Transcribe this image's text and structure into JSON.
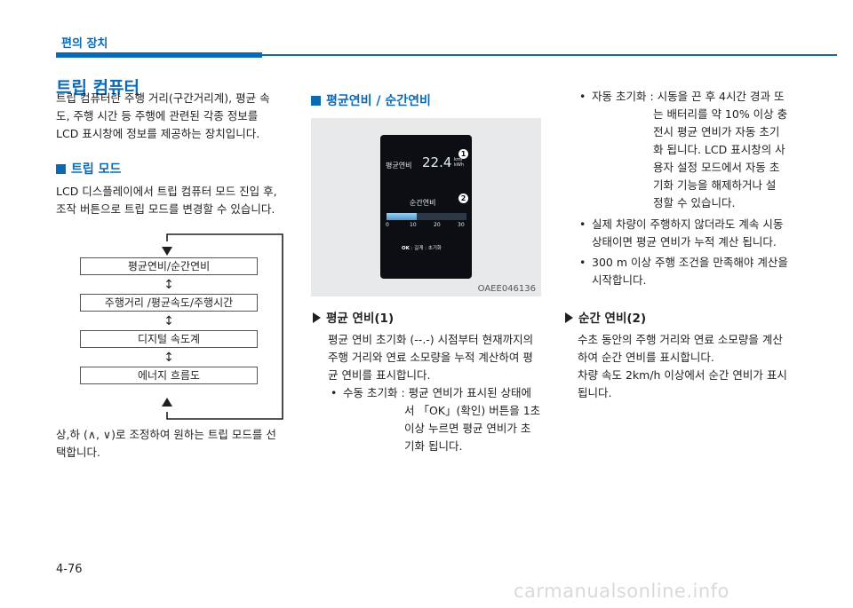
{
  "header": {
    "section_label": "편의 장치"
  },
  "page_title": "트립 컴퓨터",
  "intro": [
    "트립 컴퓨터란 주행 거리(구간거리계), 평균 속",
    "도, 주행 시간 등 주행에 관련된 각종 정보를",
    "LCD 표시창에 정보를 제공하는 장치입니다."
  ],
  "trip_mode": {
    "heading": "트립 모드",
    "description": [
      "LCD 디스플레이에서 트립 컴퓨터 모드 진입 후,",
      "조작 버튼으로 트립 모드를 변경할 수 있습니다."
    ],
    "modes": [
      "평균연비/순간연비",
      "주행거리 /평균속도/주행시간",
      "디지털 속도계",
      "에너지 흐름도"
    ],
    "footer": [
      "상,하 (∧, ∨)로 조정하여 원하는 트립 모드를 선",
      "택합니다."
    ]
  },
  "efficiency": {
    "heading": "평균연비 / 순간연비",
    "screen": {
      "label_avg": "평균연비",
      "value": "22.4",
      "unit": "km/ kWh",
      "label_inst": "순간연비",
      "bar_fraction": 0.38,
      "ticks": [
        "0",
        "10",
        "20",
        "30"
      ],
      "ok_label": "OK",
      "ok_text": ": 길게 : 초기화",
      "callout_1": "1",
      "callout_2": "2"
    },
    "image_code": "OAEE046136",
    "avg": {
      "heading": "평균 연비(1)",
      "body": [
        "평균 연비 초기화 (--.-) 시점부터 현재까지의",
        "주행 거리와 연료 소모량을 누적 계산하여 평",
        "균 연비를 표시합니다."
      ],
      "manual_reset": [
        "수동 초기화 : 평균 연비가 표시된 상태에",
        "서 「OK」(확인) 버튼을 1초",
        "이상 누르면 평균 연비가 초",
        "기화 됩니다."
      ]
    },
    "auto_reset": [
      "자동 초기화 : 시동을 끈 후 4시간 경과 또",
      "는 배터리를 약 10% 이상 충",
      "전시 평균 연비가 자동 초기",
      "화 됩니다. LCD 표시창의 사",
      "용자 설정 모드에서 자동 초",
      "기화 기능을 해제하거나 설",
      "정할 수 있습니다."
    ],
    "bullet_2": [
      "실제 차량이 주행하지 않더라도 계속 시동",
      "상태이면 평균 연비가 누적 계산 됩니다."
    ],
    "bullet_3": [
      "300 m 이상 주행 조건을 만족해야 계산을",
      "시작합니다."
    ],
    "inst": {
      "heading": "순간 연비(2)",
      "body": [
        "수초 동안의 주행 거리와 연료 소모량을 계산",
        "하여 순간 연비를 표시합니다.",
        "차량 속도 2km/h 이상에서 순간 연비가 표시",
        "됩니다."
      ]
    },
    "bullet_char": "•"
  },
  "page_number": "4-76",
  "watermark": "carmanualsonline.info",
  "colors": {
    "accent": "#0a6ab5",
    "text": "#231f20"
  }
}
